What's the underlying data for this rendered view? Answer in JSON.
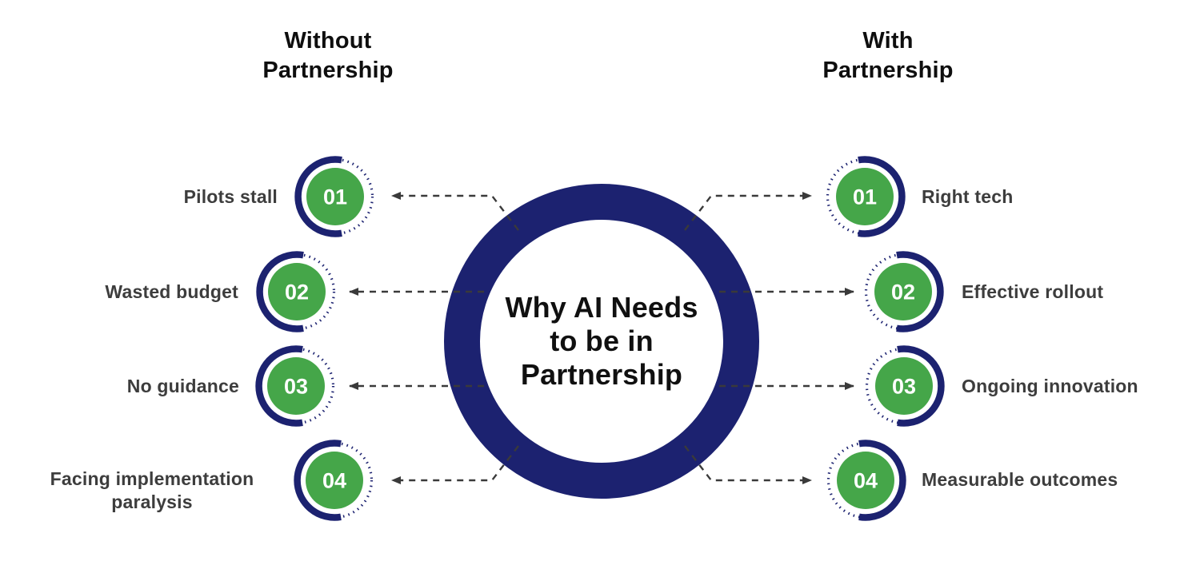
{
  "diagram": {
    "center_title_lines": [
      "Why AI Needs",
      "to be in",
      "Partnership"
    ],
    "left": {
      "header": "Without\nPartnership",
      "items": [
        {
          "number": "01",
          "label": "Pilots stall"
        },
        {
          "number": "02",
          "label": "Wasted budget"
        },
        {
          "number": "03",
          "label": "No guidance"
        },
        {
          "number": "04",
          "label": "Facing implementation paralysis"
        }
      ]
    },
    "right": {
      "header": "With\nPartnership",
      "items": [
        {
          "number": "01",
          "label": "Right tech"
        },
        {
          "number": "02",
          "label": "Effective rollout"
        },
        {
          "number": "03",
          "label": "Ongoing innovation"
        },
        {
          "number": "04",
          "label": "Measurable outcomes"
        }
      ]
    },
    "colors": {
      "navy": "#1c2270",
      "green": "#45a649",
      "label_text": "#3d3d3d",
      "heading_text": "#0e0e0e",
      "connector": "#3a3a3a",
      "number_text": "#ffffff",
      "background": "#ffffff"
    }
  }
}
